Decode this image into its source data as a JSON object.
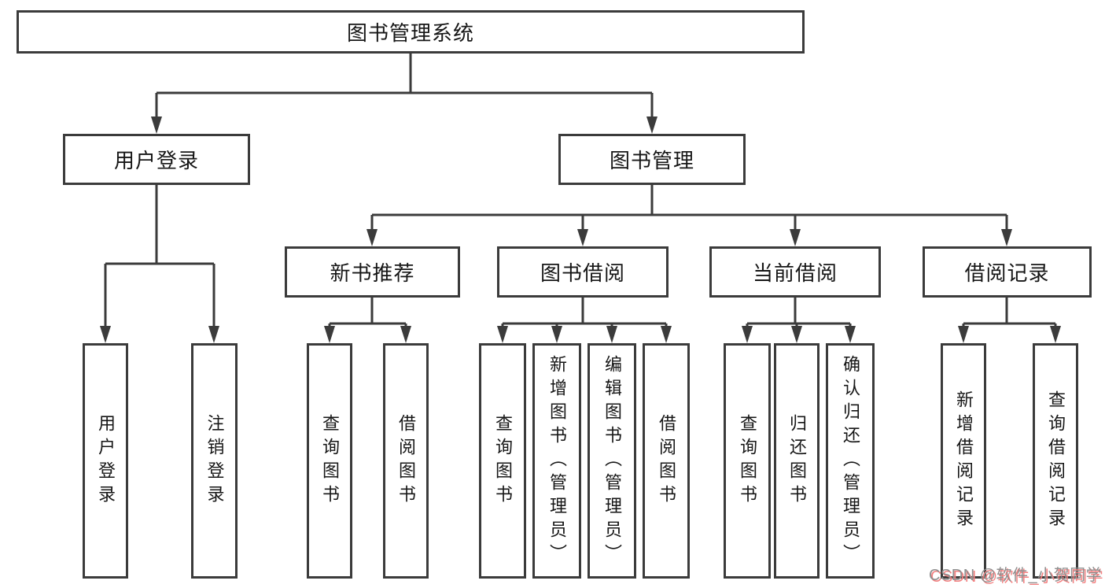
{
  "diagram": {
    "title": "图书管理系统",
    "branches": [
      {
        "label": "用户登录",
        "children": [
          {
            "label": "用户登录"
          },
          {
            "label": "注销登录"
          }
        ]
      },
      {
        "label": "图书管理",
        "children": [
          {
            "label": "新书推荐",
            "children": [
              {
                "label": "查询图书"
              },
              {
                "label": "借阅图书"
              }
            ]
          },
          {
            "label": "图书借阅",
            "children": [
              {
                "label": "查询图书"
              },
              {
                "label": "新增图书（管理员）"
              },
              {
                "label": "编辑图书（管理员）"
              },
              {
                "label": "借阅图书"
              }
            ]
          },
          {
            "label": "当前借阅",
            "children": [
              {
                "label": "查询图书"
              },
              {
                "label": "归还图书"
              },
              {
                "label": "确认归还（管理员）"
              }
            ]
          },
          {
            "label": "借阅记录",
            "children": [
              {
                "label": "新增借阅记录"
              },
              {
                "label": "查询借阅记录"
              }
            ]
          }
        ]
      }
    ]
  },
  "watermark": {
    "text": "CSDN @软件_小贺同学"
  },
  "colors": {
    "line": "#3b3b3b",
    "node_text": "#161616",
    "background": "#ffffff",
    "watermark_gray": "#8f8f8f",
    "watermark_red": "#f37f7f"
  }
}
